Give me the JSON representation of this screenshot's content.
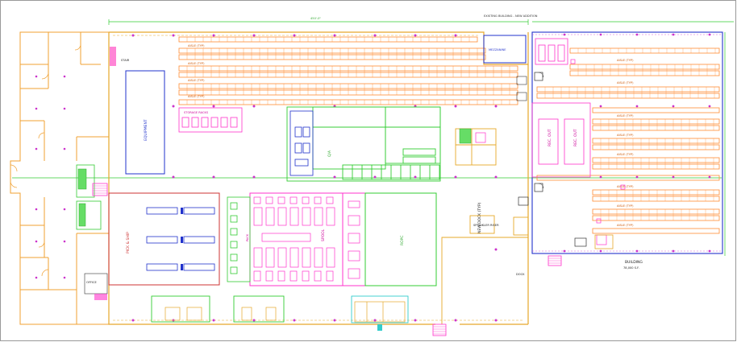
{
  "colors": {
    "wall": "#f0a030",
    "wall_alt": "#e6a82a",
    "dim": "#33cc33",
    "racking": "#ff8c33",
    "pink": "#ff33cc",
    "blue": "#2233cc",
    "red": "#cc3333",
    "cyan": "#33cccc",
    "column": "#cc33cc"
  },
  "labels": {
    "top_dim": "450'-0\"",
    "top_note": "EXISTING BUILDING - NEW ADDITION",
    "aisle": "AISLE (TYP)",
    "equipment": "EQUIPMENT",
    "building": "BUILDING",
    "building_sf": "78,000 S.F.",
    "pick_ship": "PICK & SHIP",
    "pack": "PACK",
    "spool": "SPOOL",
    "ropc": "ROPC",
    "qa": "Q/A",
    "rec1": "REC. OUT",
    "rec2": "REC. OUT",
    "mezz": "MEZZANINE",
    "office": "OFFICE",
    "dock": "DOCK",
    "new_dock": "NEW DOCK (TYP)",
    "stair": "STAIR",
    "sprinkler": "SPRINKLER RISER",
    "storage": "STORAGE RACKS"
  },
  "icons": {
    "column": "column-marker-icon",
    "door": "door-swing-icon",
    "stair": "stair-icon"
  }
}
